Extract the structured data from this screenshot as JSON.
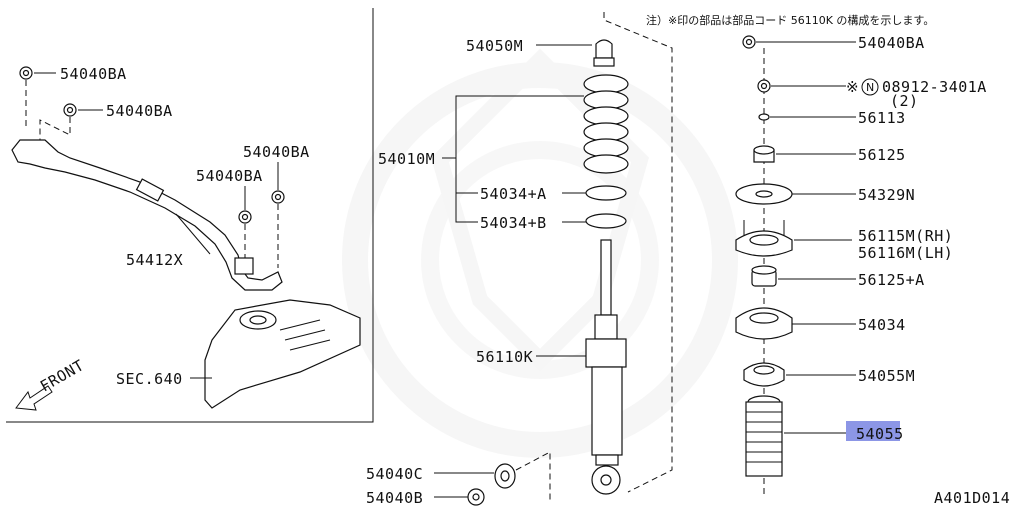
{
  "note": "注）※印の部品は部品コード 56110K の構成を示します。",
  "left_labels": {
    "p1": "54040BA",
    "p2": "54040BA",
    "p3": "54040BA",
    "p4": "54040BA",
    "p5": "54412X",
    "p6": "SEC.640",
    "front": "FRONT"
  },
  "center_labels": {
    "c1": "54050M",
    "c2": "54010M",
    "c3": "54034+A",
    "c4": "54034+B",
    "c5": "56110K",
    "c6": "54040C",
    "c7": "54040B"
  },
  "right_labels": {
    "r1": "54040BA",
    "r2_prefix": "※",
    "r2_circle": "N",
    "r2": "08912-3401A",
    "r2_qty": "(2)",
    "r3": "56113",
    "r4": "56125",
    "r5": "54329N",
    "r6a": "56115M(RH)",
    "r6b": "56116M(LH)",
    "r7": "56125+A",
    "r8": "54034",
    "r9": "54055M",
    "r10": "54055"
  },
  "diagram_id": "A401D014",
  "colors": {
    "highlight": "#8c96e6",
    "ink": "#111111",
    "watermark": "#efefef"
  }
}
